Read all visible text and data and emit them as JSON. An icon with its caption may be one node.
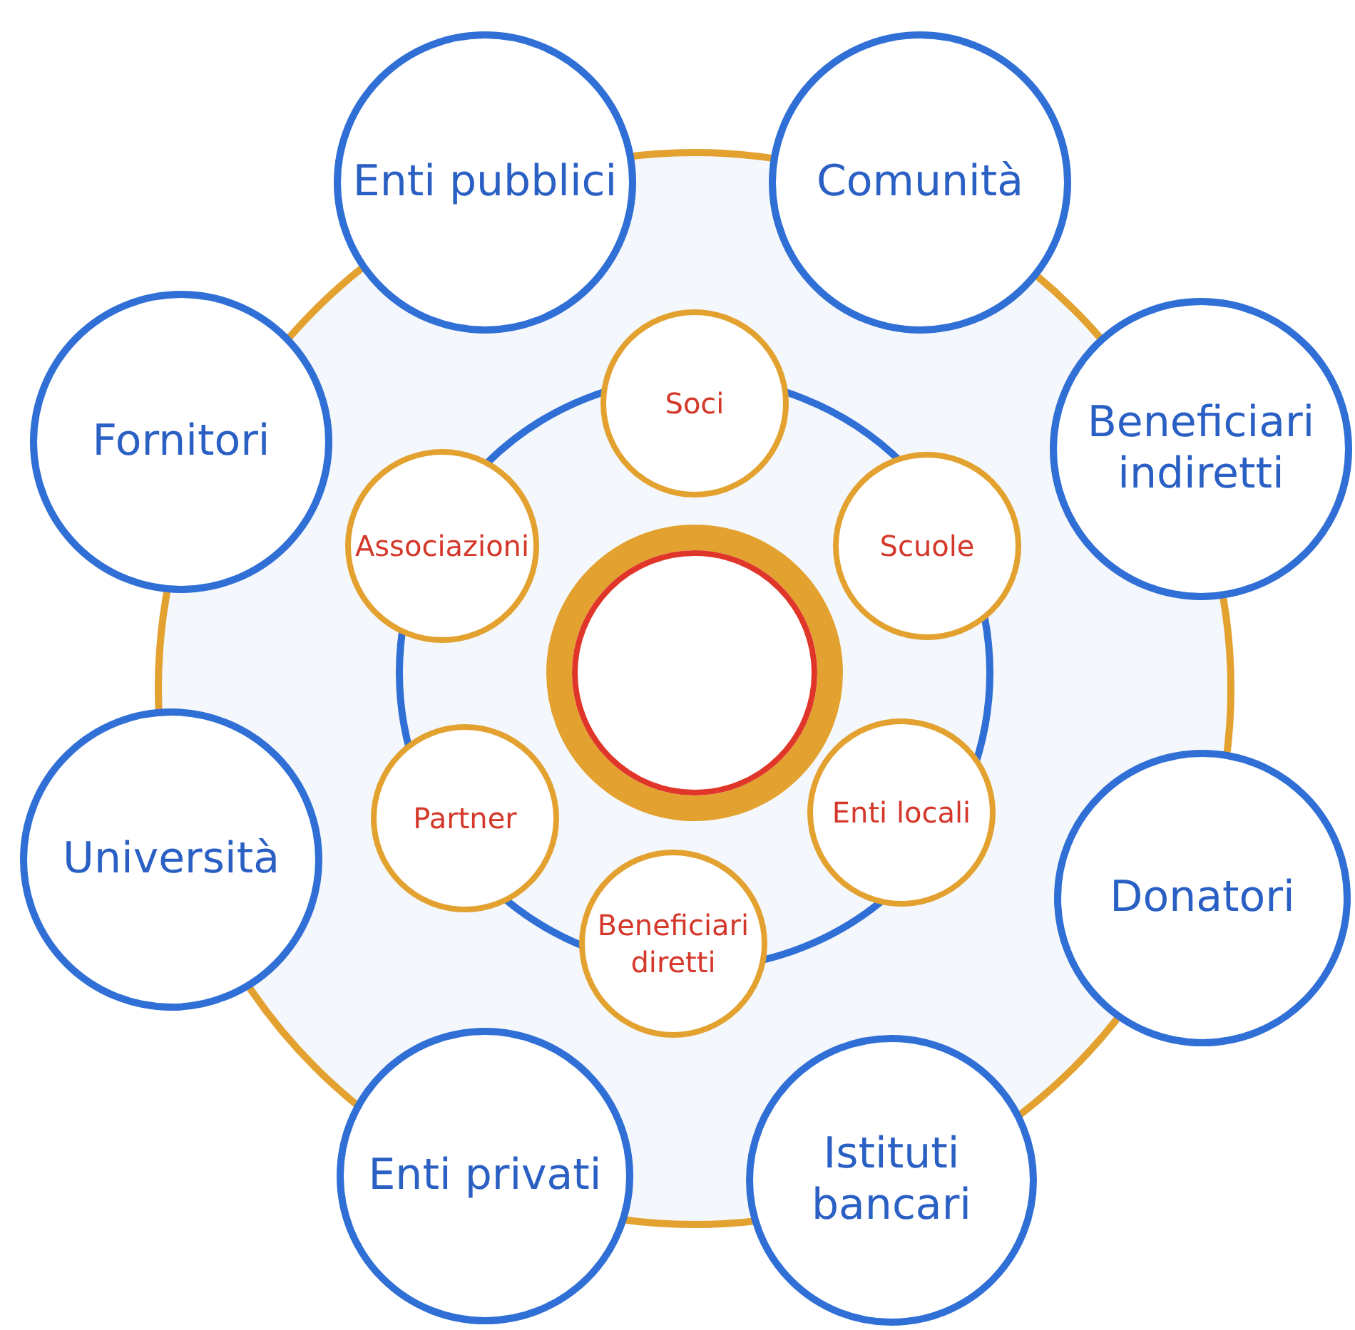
{
  "diagram": {
    "nodes": [
      {
        "text": [
          "Enti pubblici"
        ]
      },
      {
        "text": [
          "Comunità"
        ]
      },
      {
        "text": [
          "Fornitori"
        ]
      },
      {
        "text": [
          "Beneficiari indiretti"
        ]
      },
      {
        "text": [
          "Soci"
        ]
      },
      {
        "text": [
          "Associazioni"
        ]
      },
      {
        "text": [
          "Scuole"
        ]
      },
      {
        "text": [],
        "shape": "circle"
      },
      {
        "text": [
          "Partner"
        ]
      },
      {
        "text": [
          "Enti locali"
        ]
      },
      {
        "text": [
          "Università"
        ]
      },
      {
        "text": [
          "Donatori"
        ]
      },
      {
        "text": [
          "Beneficiari diretti"
        ]
      },
      {
        "text": [
          "Enti privati"
        ]
      },
      {
        "text": [
          "Istituti bancari"
        ]
      }
    ]
  }
}
